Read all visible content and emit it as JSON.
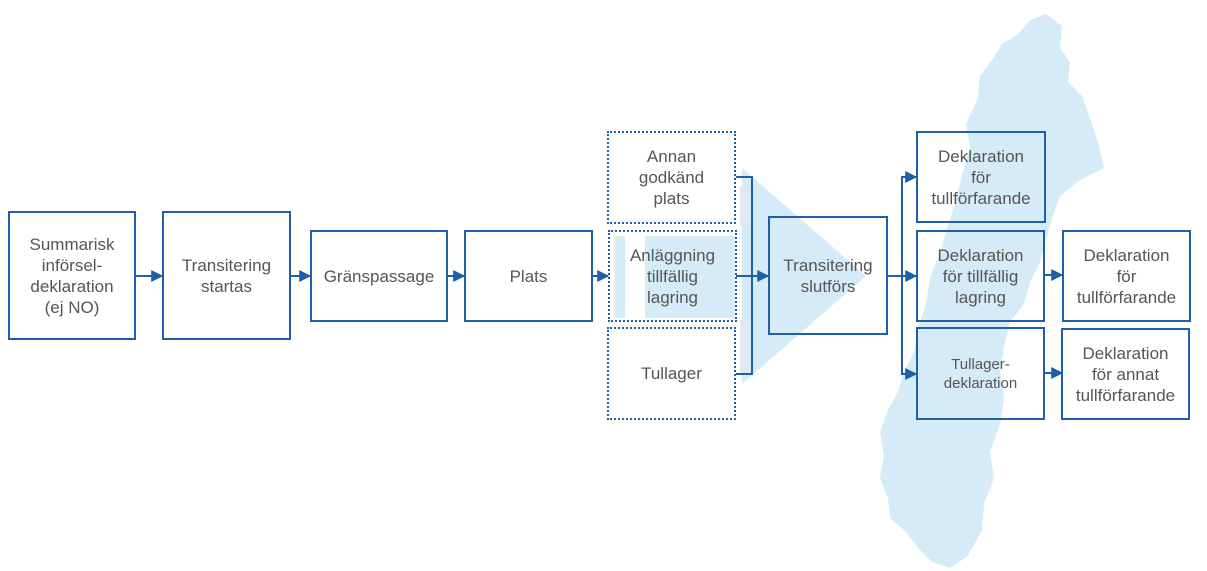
{
  "stage1": {
    "summarisk": "Summarisk\ninförsel-\ndeklaration\n(ej NO)",
    "transitering_startas": "Transitering\nstartas",
    "granspassage": "Gränspassage",
    "plats": "Plats"
  },
  "locations": {
    "annan_godkand_plats": "Annan\ngodkänd\nplats",
    "anlaggning_tillfallig_lagring": "Anläggning\ntillfällig\nlagring",
    "tullager": "Tullager"
  },
  "transitering_slutfors": "Transitering\nslutförs",
  "declarations": {
    "deklaration_tullforfarande": "Deklaration\nför\ntullförfarande",
    "deklaration_tillfallig_lagring": "Deklaration\nför tillfällig\nlagring",
    "tullager_deklaration": "Tullager-\ndeklaration"
  },
  "final": {
    "deklaration_tullforfarande": "Deklaration\nför\ntullförfarande",
    "deklaration_annat_tullforfarande": "Deklaration\nför annat\ntullförfarande"
  },
  "colors": {
    "border": "#1f5fa8",
    "arrow": "#1f5fa8",
    "map_fill": "#d6ebf8",
    "text": "#555555"
  }
}
